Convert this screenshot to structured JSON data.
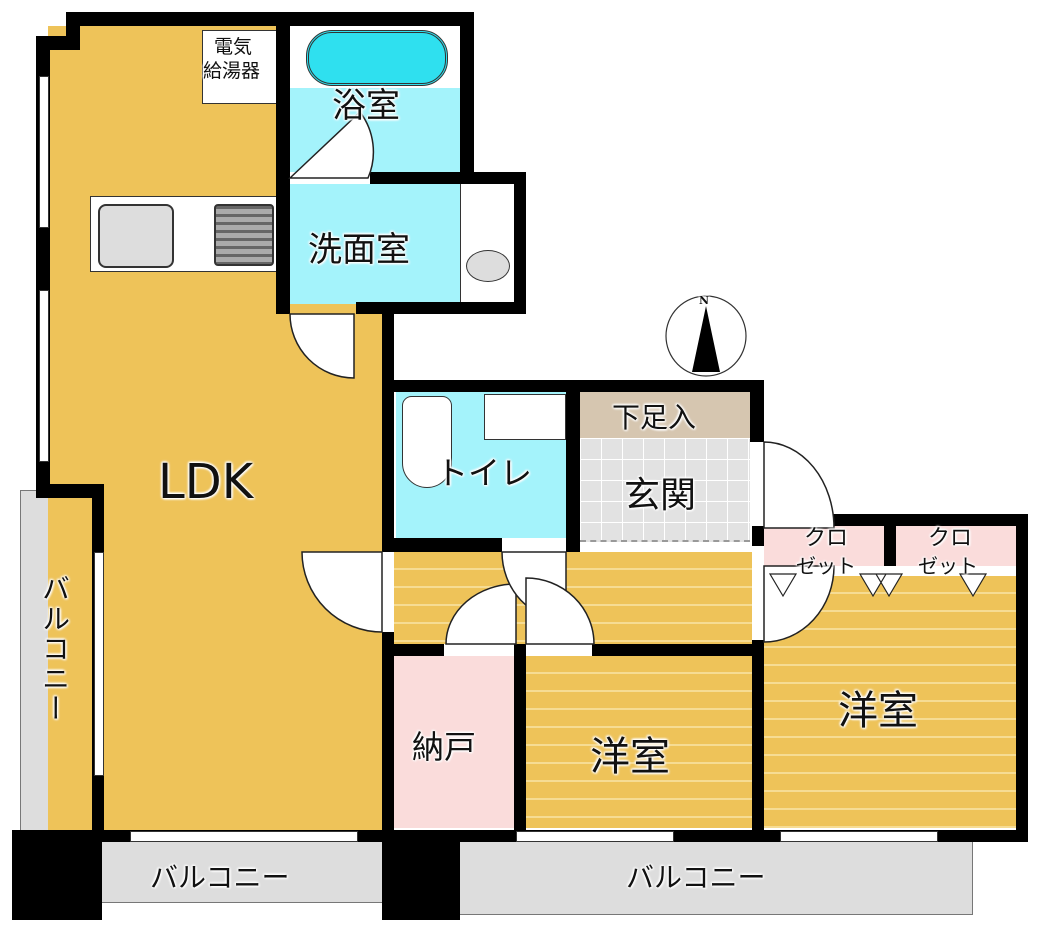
{
  "floor_plan": {
    "type": "apartment_floor_plan",
    "layout": "2SLDK",
    "rooms": [
      {
        "id": "ldk",
        "label": "LDK",
        "color": "#eec359"
      },
      {
        "id": "water_heater",
        "label_line1": "電気",
        "label_line2": "給湯器"
      },
      {
        "id": "bathroom",
        "label": "浴室",
        "color": "#a4f3fb"
      },
      {
        "id": "washroom",
        "label": "洗面室",
        "color": "#a4f3fb"
      },
      {
        "id": "toilet",
        "label": "トイレ",
        "color": "#a4f3fb"
      },
      {
        "id": "shoe_area",
        "label": "下足入",
        "color": "#d6c6b0"
      },
      {
        "id": "entrance",
        "label": "玄関",
        "color": "#e2e2e2"
      },
      {
        "id": "closet_1",
        "label_line1": "クロ",
        "label_line2": "ゼット",
        "color": "#fadcdb"
      },
      {
        "id": "closet_2",
        "label_line1": "クロ",
        "label_line2": "ゼット",
        "color": "#fadcdb"
      },
      {
        "id": "storage",
        "label": "納戸",
        "color": "#fadcdb"
      },
      {
        "id": "western_room_1",
        "label": "洋室",
        "color": "#eec359"
      },
      {
        "id": "western_room_2",
        "label": "洋室",
        "color": "#eec359"
      },
      {
        "id": "balcony_left",
        "label": "バルコニー",
        "color": "#dddddd"
      },
      {
        "id": "balcony_bottom_left",
        "label": "バルコニー",
        "color": "#dddddd"
      },
      {
        "id": "balcony_bottom_right",
        "label": "バルコニー",
        "color": "#dddddd"
      }
    ],
    "compass": {
      "label": "N"
    },
    "colors": {
      "wall": "#000000",
      "flooring": "#eec359",
      "wet_area": "#a4f3fb",
      "storage": "#fadcdb",
      "balcony": "#dddddd",
      "entrance_tile": "#e2e2e2",
      "shoe_box": "#d6c6b0"
    }
  }
}
